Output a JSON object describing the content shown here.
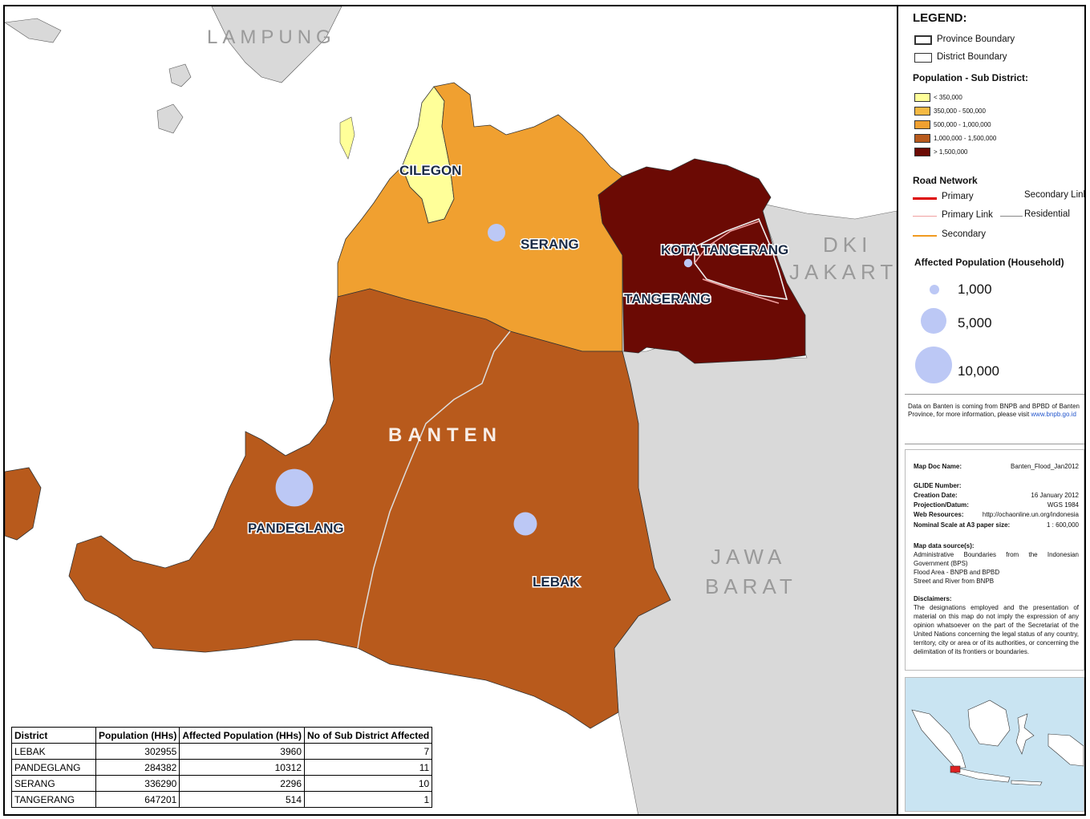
{
  "map": {
    "places": {
      "lampung": "LAMPUNG",
      "dki": "DKI",
      "jakarta": "JAKARTA",
      "jawa": "JAWA",
      "barat": "BARAT",
      "banten": "BANTEN"
    },
    "districts": {
      "cilegon": "CILEGON",
      "serang": "SERANG",
      "kota_tangerang": "KOTA TANGERANG",
      "tangerang": "TANGERANG",
      "pandeglang": "PANDEGLANG",
      "lebak": "LEBAK"
    },
    "colors": {
      "class1": "#ffff99",
      "class2": "#f5b942",
      "class3": "#f0a030",
      "class4": "#b85a1c",
      "class5": "#6b0a04",
      "land_other": "#d9d9d9",
      "affected_circle": "#bcc8f5",
      "sea": "#ffffff"
    },
    "district_class": {
      "cilegon": "class1",
      "serang": "class3",
      "tangerang": "class5",
      "kota_tangerang": "class5",
      "pandeglang": "class4",
      "lebak": "class4"
    },
    "affected_households": {
      "serang": 2296,
      "pandeglang": 10312,
      "lebak": 3960,
      "tangerang": 514
    }
  },
  "legend": {
    "title": "LEGEND:",
    "province_boundary": "Province Boundary",
    "district_boundary": "District Boundary",
    "population_title": "Population - Sub District:",
    "classes": [
      {
        "label": "< 350,000",
        "color": "#ffff99"
      },
      {
        "label": "350,000 - 500,000",
        "color": "#f5b942"
      },
      {
        "label": "500,000 - 1,000,000",
        "color": "#f0a030"
      },
      {
        "label": "1,000,000 - 1,500,000",
        "color": "#b85a1c"
      },
      {
        "label": "> 1,500,000",
        "color": "#6b0a04"
      }
    ],
    "road_title": "Road Network",
    "roads": {
      "primary": "Primary",
      "primary_link": "Primary Link",
      "secondary": "Secondary",
      "secondary_link": "Secondary Link",
      "residential": "Residential"
    },
    "road_colors": {
      "primary": "#dd0000",
      "primary_link": "#f0a0a0",
      "secondary": "#f09a20",
      "secondary_link": "#aaaaaa",
      "residential": "#888888"
    },
    "affected_title": "Affected Population (Household)",
    "affected_sizes": [
      "1,000",
      "5,000",
      "10,000"
    ]
  },
  "note": {
    "text": "Data on Banten is coming from BNPB and BPBD of Banten Province, for more information, please visit",
    "link": "www.bnpb.go.id"
  },
  "info": {
    "doc_name_label": "Map Doc Name:",
    "doc_name": "Banten_Flood_Jan2012",
    "glide_label": "GLIDE Number:",
    "glide": "",
    "creation_label": "Creation Date:",
    "creation": "16 January 2012",
    "projection_label": "Projection/Datum:",
    "projection": "WGS 1984",
    "web_label": "Web Resources:",
    "web": "http://ochaonline.un.org/indonesia",
    "scale_label": "Nominal Scale at A3 paper size:",
    "scale": "1 : 600,000",
    "sources_label": "Map data source(s):",
    "sources": [
      "Administrative Boundaries from the Indonesian Government (BPS)",
      "Flood Area - BNPB and BPBD",
      "Street and River from BNPB"
    ],
    "disclaimer_label": "Disclaimers:",
    "disclaimer": "The designations employed and the presentation of material on this map do not imply the expression of any opinion whatsoever on the part of the Secretariat of the United Nations concerning the legal status of any country, territory, city or area or of its authorities, or concerning the delimitation of its frontiers or boundaries."
  },
  "table": {
    "headers": [
      "District",
      "Population (HHs)",
      "Affected Population (HHs)",
      "No of Sub District Affected"
    ],
    "rows": [
      [
        "LEBAK",
        "302955",
        "3960",
        "7"
      ],
      [
        "PANDEGLANG",
        "284382",
        "10312",
        "11"
      ],
      [
        "SERANG",
        "336290",
        "2296",
        "10"
      ],
      [
        "TANGERANG",
        "647201",
        "514",
        "1"
      ]
    ]
  }
}
